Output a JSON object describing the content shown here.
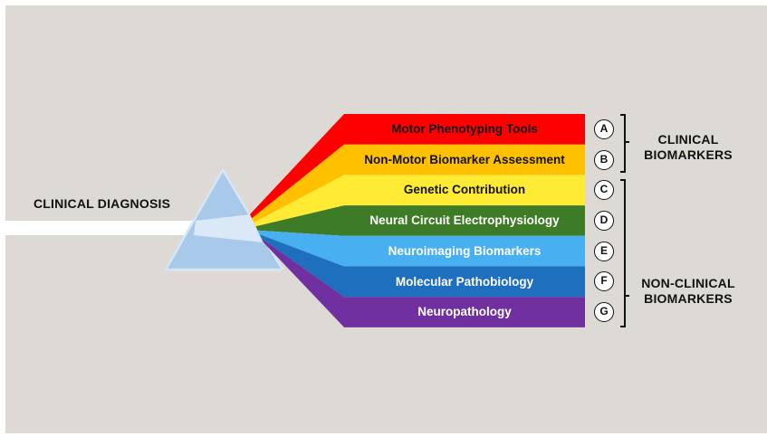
{
  "diagnosis_label": "CLINICAL DIAGNOSIS",
  "colors": {
    "background": "#ddd9d4",
    "beam": "#ffffff",
    "prism_fill": "#a9c9ea",
    "prism_edge": "#d7e6f5",
    "prism_beam": "#dbe8f6"
  },
  "bands": [
    {
      "letter": "A",
      "label": "Motor Phenotyping Tools",
      "color": "#ff0000",
      "text_color": "#111111"
    },
    {
      "letter": "B",
      "label": "Non-Motor Biomarker Assessment",
      "color": "#ffc000",
      "text_color": "#111111"
    },
    {
      "letter": "C",
      "label": "Genetic Contribution",
      "color": "#ffeb34",
      "text_color": "#111111"
    },
    {
      "letter": "D",
      "label": "Neural Circuit Electrophysiology",
      "color": "#3e7b26",
      "text_color": "#ffffff"
    },
    {
      "letter": "E",
      "label": "Neuroimaging Biomarkers",
      "color": "#48b0f0",
      "text_color": "#ffffff"
    },
    {
      "letter": "F",
      "label": "Molecular Pathobiology",
      "color": "#1f6fbf",
      "text_color": "#ffffff"
    },
    {
      "letter": "G",
      "label": "Neuropathology",
      "color": "#7030a0",
      "text_color": "#ffffff"
    }
  ],
  "groups": [
    {
      "label_line1": "CLINICAL",
      "label_line2": "BIOMARKERS",
      "covers": [
        "A",
        "B"
      ]
    },
    {
      "label_line1": "NON-CLINICAL",
      "label_line2": "BIOMARKERS",
      "covers": [
        "C",
        "D",
        "E",
        "F",
        "G"
      ]
    }
  ]
}
